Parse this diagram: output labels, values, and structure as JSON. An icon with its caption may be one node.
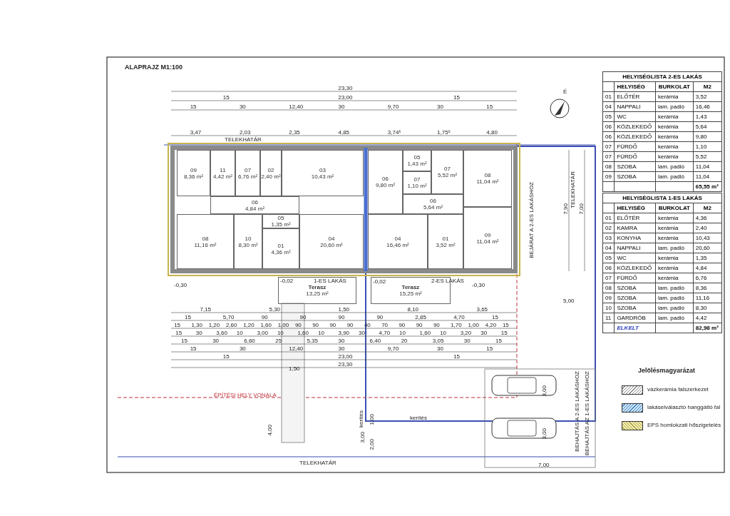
{
  "diagram": {
    "title": "ALAPRAJZ M1:100",
    "nodes": [
      {
        "text": [
          "09",
          "8,36 m²"
        ]
      },
      {
        "text": [
          "11",
          "4,42 m²"
        ]
      },
      {
        "text": [
          "07",
          "6,76 m²"
        ]
      },
      {
        "text": [
          "02",
          "2,40 m²"
        ]
      },
      {
        "text": [
          "03",
          "10,43 m²"
        ]
      },
      {
        "text": [
          "06",
          "9,80 m²"
        ]
      },
      {
        "text": [
          "05",
          "1,43 m²"
        ]
      },
      {
        "text": [
          "07",
          "5,52 m²"
        ]
      },
      {
        "text": [
          "08",
          "11,04 m²"
        ]
      },
      {
        "text": [
          "07",
          "1,10 m²"
        ]
      },
      {
        "text": [
          "06",
          "4,84 m²"
        ]
      },
      {
        "text": [
          "06",
          "5,64 m²"
        ]
      },
      {
        "text": [
          "05",
          "1,35 m²"
        ]
      },
      {
        "text": [
          "08",
          "11,16 m²"
        ]
      },
      {
        "text": [
          "10",
          "8,30 m²"
        ]
      },
      {
        "text": [
          "01",
          "4,36 m²"
        ]
      },
      {
        "text": [
          "04",
          "20,60 m²"
        ]
      },
      {
        "text": [
          "04",
          "16,46 m²"
        ]
      },
      {
        "text": [
          "01",
          "3,52 m²"
        ]
      },
      {
        "text": [
          "09",
          "11,04 m²"
        ]
      },
      {
        "text": [
          "Terasz",
          "13,25 m²"
        ]
      },
      {
        "text": [
          "Terasz",
          "15,25 m²"
        ]
      }
    ],
    "labels": [
      "É",
      "TELEKHATÁR",
      "1-ES LAKÁS",
      "2-ES LAKÁS",
      "-0,30",
      "-0,02",
      "-0,02",
      "-0,30",
      "ÉPÍTÉSI HELY VONALA",
      "kerítés",
      "kerítés",
      "TELEKHATÁR",
      "BEJÁRAT A 2-ES LAKÁSHOZ",
      "TELEKHATÁR",
      "BEHAJTÁS A 2-ES LAKÁSHOZ",
      "BEHAJTÁS AZ 1-ES LAKÁSHOZ",
      "Jelölésmagyarázat",
      "HELYISÉGLISTA 2-ES LAKÁS",
      "HELYISÉG",
      "BURKOLAT",
      "M2",
      "01",
      "ELŐTÉR",
      "kerámia",
      "3,52",
      "04",
      "NAPPALI",
      "lam. padló",
      "16,46",
      "05",
      "WC",
      "kerámia",
      "1,43",
      "06",
      "KÖZLEKEDŐ",
      "kerámia",
      "5,64",
      "06",
      "KÖZLEKEDŐ",
      "kerámia",
      "9,80",
      "07",
      "FÜRDŐ",
      "kerámia",
      "1,10",
      "07",
      "FÜRDŐ",
      "kerámia",
      "5,52",
      "08",
      "SZOBA",
      "lam. padló",
      "11,04",
      "09",
      "SZOBA",
      "lam. padló",
      "11,04",
      "65,55 m²",
      "HELYISÉGLISTA 1-ES LAKÁS",
      "HELYISÉG",
      "BURKOLAT",
      "M2",
      "01",
      "ELŐTÉR",
      "kerámia",
      "4,36",
      "02",
      "KAMRA",
      "kerámia",
      "2,40",
      "03",
      "KONYHA",
      "kerámia",
      "10,43",
      "04",
      "NAPPALI",
      "lam. padló",
      "20,60",
      "05",
      "WC",
      "kerámia",
      "1,35",
      "06",
      "KÖZLEKEDŐ",
      "kerámia",
      "4,84",
      "07",
      "FÜRDŐ",
      "kerámia",
      "6,76",
      "08",
      "SZOBA",
      "lam. padló",
      "8,36",
      "09",
      "SZOBA",
      "lam. padló",
      "11,16",
      "10",
      "SZOBA",
      "lam. padló",
      "8,30",
      "11",
      "GARDRÓB",
      "lam. padló",
      "4,42",
      "ELKELT",
      "82,98 m²",
      "23,30",
      "15",
      "23,00",
      "15",
      "15",
      "30",
      "12,40",
      "30",
      "9,70",
      "30",
      "15",
      "3,47",
      "2,03",
      "2,35",
      "4,85",
      "3,74⁵",
      "1,75⁵",
      "4,80",
      "7,15",
      "5,30",
      "1,50",
      "8,10",
      "3,65",
      "15",
      "5,70",
      "90",
      "90",
      "90",
      "90",
      "2,85",
      "4,70",
      "15",
      "15",
      "1,30",
      "1,20",
      "2,60",
      "1,20",
      "1,60",
      "1,00",
      "90",
      "90",
      "90",
      "90",
      "40",
      "70",
      "90",
      "90",
      "90",
      "1,70",
      "1,00",
      "4,20",
      "15",
      "15",
      "30",
      "3,60",
      "10",
      "3,00",
      "10",
      "1,60",
      "10",
      "3,90",
      "30",
      "4,70",
      "10",
      "1,60",
      "10",
      "3,20",
      "30",
      "15",
      "15",
      "30",
      "6,60",
      "25",
      "5,35",
      "30",
      "6,40",
      "20",
      "3,05",
      "30",
      "15",
      "15",
      "30",
      "12,40",
      "30",
      "9,70",
      "30",
      "15",
      "15",
      "23,00",
      "15",
      "23,30",
      "7,90",
      "7,00",
      "5,00",
      "1,50",
      "4,00",
      "3,00",
      "2,00",
      "1,00",
      "3,00",
      "3,00",
      "7,00"
    ],
    "legend": [
      {
        "text": "vázkerámia falszerkezet"
      },
      {
        "text": "lakáselválasztó hanggátló fal"
      },
      {
        "text": "EPS homlokzati hőszigetelés"
      }
    ]
  }
}
